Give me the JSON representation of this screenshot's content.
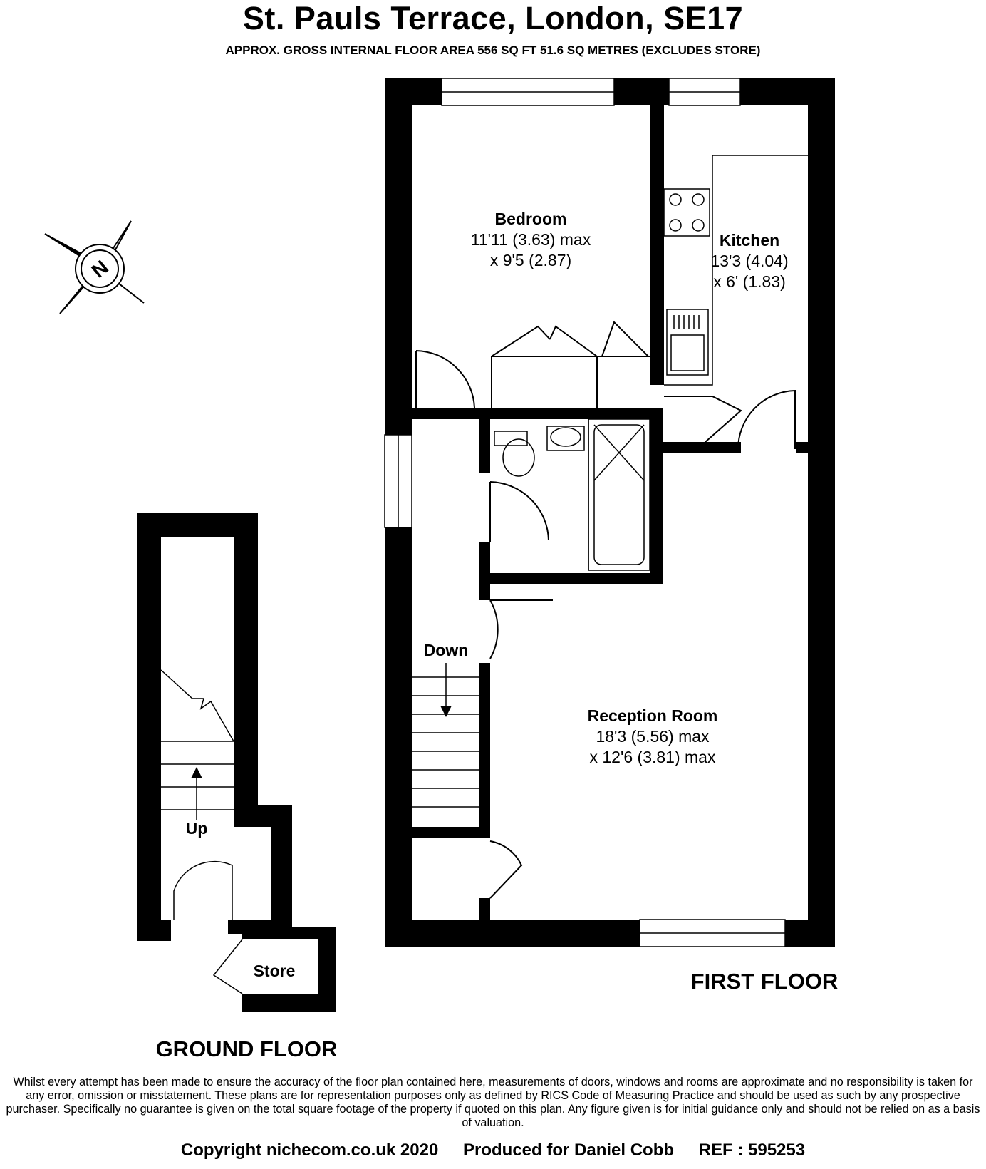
{
  "header": {
    "title": "St. Pauls Terrace, London, SE17",
    "subtitle": "APPROX. GROSS INTERNAL FLOOR AREA 556 SQ FT 51.6 SQ METRES (EXCLUDES STORE)"
  },
  "compass": {
    "letter": "N",
    "icon": "compass-north-icon"
  },
  "rooms": {
    "bedroom": {
      "name": "Bedroom",
      "dim1": "11'11 (3.63) max",
      "dim2": "x 9'5 (2.87)"
    },
    "kitchen": {
      "name": "Kitchen",
      "dim1": "13'3 (4.04)",
      "dim2": "x 6' (1.83)"
    },
    "reception": {
      "name": "Reception Room",
      "dim1": "18'3 (5.56) max",
      "dim2": "x 12'6 (3.81) max"
    },
    "store": {
      "name": "Store"
    }
  },
  "stairs": {
    "down_label": "Down",
    "up_label": "Up"
  },
  "floors": {
    "first": "FIRST FLOOR",
    "ground": "GROUND FLOOR"
  },
  "disclaimer": "Whilst every attempt has been made to ensure the accuracy of the floor plan contained here, measurements of doors, windows and rooms are approximate and no responsibility is taken for any error, omission or misstatement. These plans are for representation purposes only as defined by RICS Code of Measuring Practice and should be used as such by any prospective purchaser.  Specifically no guarantee is given on the total square footage of the property if quoted on this plan. Any figure given is for initial guidance only and should not be relied on as a basis of valuation.",
  "footer": {
    "copyright": "Copyright nichecom.co.uk 2020",
    "produced": "Produced for Daniel Cobb",
    "ref": "REF : 595253"
  }
}
